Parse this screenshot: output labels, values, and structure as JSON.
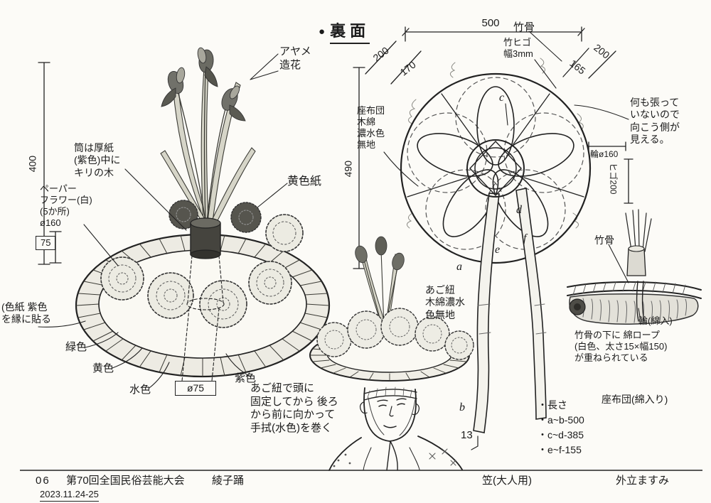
{
  "title": {
    "bullet": "●",
    "text": "裏面"
  },
  "hat_top": {
    "labels": {
      "ayame": "アヤメ\n造花",
      "tube": "筒は厚紙\n(紫色)中に\nキリの木",
      "paper_flower": "ペーパー\nフラワー(白)\n(5か所)\nø160",
      "yellow_paper": "黄色紙",
      "shikishi": "(色紙 紫色\nを縁に貼る",
      "green": "緑色",
      "yellow": "黄色",
      "light_blue": "水色",
      "purple": "紫色"
    },
    "dims": {
      "height": "400",
      "edge": "75",
      "tube_dia": "ø75"
    }
  },
  "back_view": {
    "labels": {
      "takebone": "竹骨",
      "takehigo": "竹ヒゴ\n幅3mm",
      "zabuton": "座布団\n木綿\n濃水色\n無地",
      "see_through": "何も張って\nいないので\n向こう側が\n見える。",
      "ring": "輪ø160",
      "higo": "ヒゴ200",
      "strap": "あご紐\n木綿濃水\n色無地"
    },
    "dims": {
      "total": "500",
      "left_outer": "200",
      "left_inner": "170",
      "right_inner": "165",
      "right_outer": "200",
      "height": "490",
      "strap_width": "13"
    },
    "points": {
      "a": "a",
      "b": "b",
      "c": "c",
      "d": "d",
      "e": "e",
      "f": "f"
    }
  },
  "person": {
    "caption": "あご紐で頭に\n固定してから 後ろ\nから前に向かって\n手拭(水色)を巻く"
  },
  "lengths": {
    "title": "・長さ",
    "items": [
      "・a~b-500",
      "・c~d-385",
      "・e~f-155"
    ]
  },
  "detail": {
    "labels": {
      "takebone": "竹骨",
      "ring": "輪(綿入)",
      "rope": "竹骨の下に 綿ロープ\n(白色、太さ15×幅150)\nが重ねられている",
      "zabuton": "座布団(綿入り)"
    }
  },
  "footer": {
    "number": "06",
    "event": "第70回全国民俗芸能大会",
    "dance": "綾子踊",
    "date": "2023.11.24-25",
    "item": "笠(大人用)",
    "author": "外立ますみ"
  }
}
